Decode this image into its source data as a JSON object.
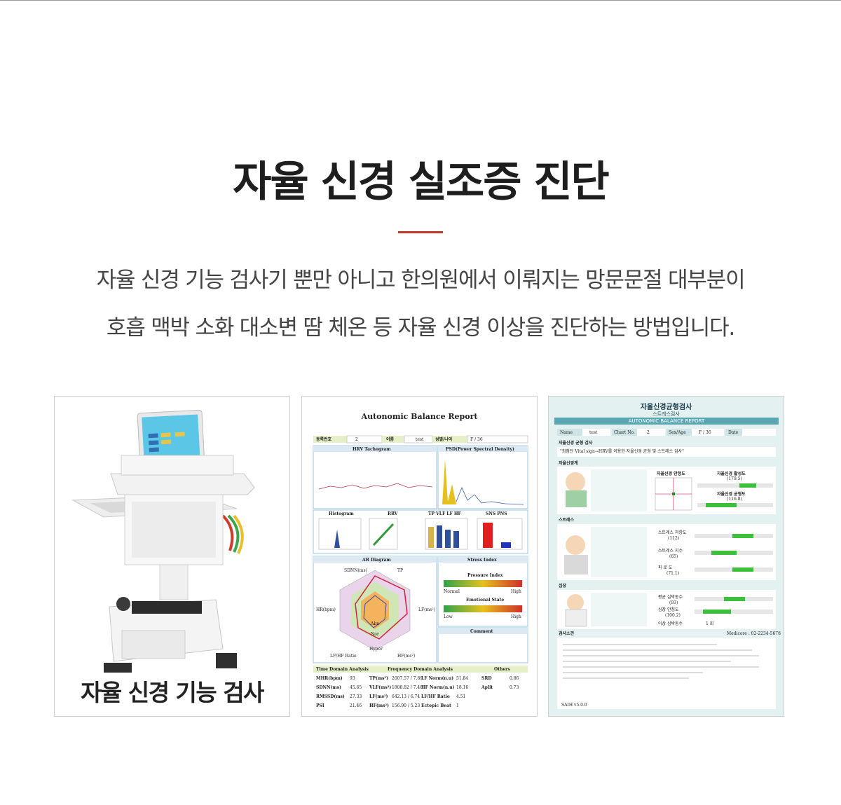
{
  "heading": {
    "title": "자율 신경 실조증 진단"
  },
  "description": {
    "line1": "자율 신경 기능 검사기 뿐만 아니고 한의원에서 이뤄지는 망문문절 대부분이",
    "line2": "호흡 맥박 소화 대소변 땀 체온 등 자율 신경 이상을 진단하는 방법입니다."
  },
  "panels": {
    "device": {
      "caption": "자율 신경 기능 검사"
    },
    "report": {
      "title": "Autonomic Balance Report",
      "fields": [
        "등록번호",
        "2",
        "이름",
        "test",
        "성별/나이",
        "F / 36"
      ],
      "sections": {
        "tachogram": "HRV Tachogram",
        "psd": "PSD(Power Spectral Density)",
        "histogram": "Histogram",
        "rrv": "RRV",
        "tp_row": "TP  VLF  LF  HF",
        "sns_pns": "SNS   PNS",
        "ab_diagram": "AB Diagram",
        "stress_index": "Stress Index",
        "pressure_index": "Pressure Index",
        "emotional_state": "Emotional State",
        "comment": "Comment",
        "normal": "Normal",
        "high": "High",
        "low": "Low",
        "radar_labels": [
          "SDNN(ms)",
          "TP",
          "LF(ms²)",
          "HF(ms²)",
          "LF/HF Ratio",
          "HR(bpm)",
          "Abn",
          "Nor",
          "Hyper"
        ],
        "time_domain": "Time Domain Analysis",
        "freq_domain": "Frequency Domain Analysis",
        "others": "Others"
      },
      "table_rows": [
        [
          "MHR(bpm)",
          "93",
          "TP(ms²)",
          "2607.57 / 7.89",
          "LF Norm(n.u)",
          "51.84",
          "SRD",
          "0.86"
        ],
        [
          "SDNN(ms)",
          "45.65",
          "VLF(ms²)",
          "1808.82 / 7.48",
          "HF Norm(n.u)",
          "18.16",
          "Aplit",
          "0.73"
        ],
        [
          "RMSSD(ms)",
          "27.33",
          "LF(ms²)",
          "642.13 / 6.74",
          "LF/HF Ratio",
          "4.51",
          "",
          ""
        ],
        [
          "PSI",
          "21.46",
          "HF(ms²)",
          "156.90 / 5.23",
          "Ectopic Beat",
          "1",
          "",
          ""
        ]
      ]
    },
    "korean_report": {
      "title": "자율신경균형검사",
      "subtitle": "스트레스검사",
      "english": "AUTONOMIC BALANCE REPORT",
      "fields": [
        "Name",
        "test",
        "Chart No.",
        "2",
        "Sex/Age",
        "F / 36",
        "Date",
        ""
      ],
      "sec1": "자율신경 균형 검사",
      "sec1_note": "\"최첨단 Vital sign→HRV를 이용한 자율신경 균형 및 스트레스 검사\"",
      "sec2": "자율신경계",
      "balance_label": "자율신경 안정도",
      "activity_label": "자율신경 활성도",
      "activity_value": "(179.5)",
      "balance2_label": "자율신경 균형도",
      "balance2_value": "(116.8)",
      "sec3": "스트레스",
      "stress_res": "스트레스 저항도",
      "stress_res_val": "(112)",
      "stress_idx": "스트레스 지수",
      "stress_idx_val": "(65)",
      "fatigue": "피 로 도",
      "fatigue_val": "(71.1)",
      "sec4": "심장",
      "avg_hr": "평균 심박동수",
      "avg_hr_val": "(93)",
      "heart_stab": "심장 안정도",
      "heart_stab_val": "(100.2)",
      "abn_beat": "이상 심박동수",
      "abn_beat_val": "1 회",
      "sec5": "검사소견",
      "phone": "Medicore : 02-2234-5678",
      "version": "SAIH v5.0.0"
    }
  },
  "colors": {
    "accent": "#c0392b",
    "title": "#1e1e1e",
    "teal": "#5aa7b3"
  }
}
